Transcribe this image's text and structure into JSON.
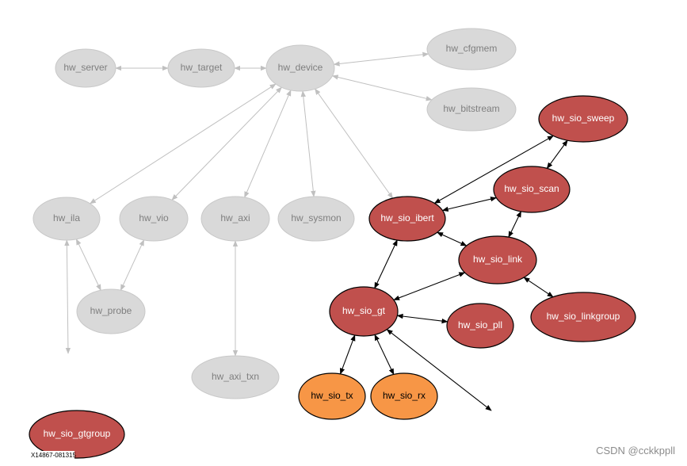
{
  "colors": {
    "gray_fill": "#d9d9d9",
    "gray_stroke": "#c8c8c8",
    "gray_text": "#7f7f7f",
    "gray_edge": "#c0c0c0",
    "red_fill": "#c0504d",
    "red_stroke": "#000000",
    "orange_fill": "#f79646",
    "white_text": "#ffffff",
    "black_text": "#000000",
    "black_edge": "#000000"
  },
  "nodes": [
    {
      "id": "hw_server",
      "label": "hw_server",
      "style": "gray"
    },
    {
      "id": "hw_target",
      "label": "hw_target",
      "style": "gray"
    },
    {
      "id": "hw_device",
      "label": "hw_device",
      "style": "gray"
    },
    {
      "id": "hw_cfgmem",
      "label": "hw_cfgmem",
      "style": "gray"
    },
    {
      "id": "hw_bitstream",
      "label": "hw_bitstream",
      "style": "gray"
    },
    {
      "id": "hw_ila",
      "label": "hw_ila",
      "style": "gray"
    },
    {
      "id": "hw_vio",
      "label": "hw_vio",
      "style": "gray"
    },
    {
      "id": "hw_axi",
      "label": "hw_axi",
      "style": "gray"
    },
    {
      "id": "hw_sysmon",
      "label": "hw_sysmon",
      "style": "gray"
    },
    {
      "id": "hw_probe",
      "label": "hw_probe",
      "style": "gray"
    },
    {
      "id": "hw_axi_txn",
      "label": "hw_axi_txn",
      "style": "gray"
    },
    {
      "id": "hw_sio_ibert",
      "label": "hw_sio_ibert",
      "style": "red"
    },
    {
      "id": "hw_sio_sweep",
      "label": "hw_sio_sweep",
      "style": "red"
    },
    {
      "id": "hw_sio_scan",
      "label": "hw_sio_scan",
      "style": "red"
    },
    {
      "id": "hw_sio_link",
      "label": "hw_sio_link",
      "style": "red"
    },
    {
      "id": "hw_sio_linkgroup",
      "label": "hw_sio_linkgroup",
      "style": "red"
    },
    {
      "id": "hw_sio_gt",
      "label": "hw_sio_gt",
      "style": "red"
    },
    {
      "id": "hw_sio_pll",
      "label": "hw_sio_pll",
      "style": "red"
    },
    {
      "id": "hw_sio_tx",
      "label": "hw_sio_tx",
      "style": "orange"
    },
    {
      "id": "hw_sio_rx",
      "label": "hw_sio_rx",
      "style": "orange"
    },
    {
      "id": "hw_sio_gtgroup",
      "label": "hw_sio_gtgroup",
      "style": "red"
    }
  ],
  "edges": [
    {
      "from": "hw_server",
      "to": "hw_target",
      "style": "gray",
      "bidir": true
    },
    {
      "from": "hw_target",
      "to": "hw_device",
      "style": "gray",
      "bidir": true
    },
    {
      "from": "hw_device",
      "to": "hw_cfgmem",
      "style": "gray",
      "bidir": true
    },
    {
      "from": "hw_device",
      "to": "hw_bitstream",
      "style": "gray",
      "bidir": true
    },
    {
      "from": "hw_device",
      "to": "hw_ila",
      "style": "gray",
      "bidir": true
    },
    {
      "from": "hw_device",
      "to": "hw_vio",
      "style": "gray",
      "bidir": true
    },
    {
      "from": "hw_device",
      "to": "hw_axi",
      "style": "gray",
      "bidir": true
    },
    {
      "from": "hw_device",
      "to": "hw_sysmon",
      "style": "gray",
      "bidir": true
    },
    {
      "from": "hw_device",
      "to": "hw_sio_ibert",
      "style": "gray",
      "bidir": true
    },
    {
      "from": "hw_ila",
      "to": "hw_probe",
      "style": "gray",
      "bidir": true
    },
    {
      "from": "hw_vio",
      "to": "hw_probe",
      "style": "gray",
      "bidir": true
    },
    {
      "from": "hw_ila",
      "to": "ila_stub",
      "style": "gray",
      "bidir": true
    },
    {
      "from": "hw_axi",
      "to": "hw_axi_txn",
      "style": "gray",
      "bidir": true
    },
    {
      "from": "hw_sio_ibert",
      "to": "hw_sio_sweep",
      "style": "black",
      "bidir": true
    },
    {
      "from": "hw_sio_ibert",
      "to": "hw_sio_scan",
      "style": "black",
      "bidir": true
    },
    {
      "from": "hw_sio_ibert",
      "to": "hw_sio_link",
      "style": "black",
      "bidir": true
    },
    {
      "from": "hw_sio_ibert",
      "to": "hw_sio_gt",
      "style": "black",
      "bidir": true
    },
    {
      "from": "hw_sio_sweep",
      "to": "hw_sio_scan",
      "style": "black",
      "bidir": true
    },
    {
      "from": "hw_sio_scan",
      "to": "hw_sio_link",
      "style": "black",
      "bidir": true
    },
    {
      "from": "hw_sio_link",
      "to": "hw_sio_linkgroup",
      "style": "black",
      "bidir": true
    },
    {
      "from": "hw_sio_link",
      "to": "hw_sio_gt",
      "style": "black",
      "bidir": true
    },
    {
      "from": "hw_sio_gt",
      "to": "hw_sio_pll",
      "style": "black",
      "bidir": true
    },
    {
      "from": "hw_sio_gt",
      "to": "hw_sio_tx",
      "style": "black",
      "bidir": true
    },
    {
      "from": "hw_sio_gt",
      "to": "hw_sio_rx",
      "style": "black",
      "bidir": true
    },
    {
      "from": "hw_sio_gt",
      "to": "gt_stub",
      "style": "black",
      "bidir": true
    }
  ],
  "figure_code": "X14867-081315",
  "watermark": "CSDN @cckkppll"
}
